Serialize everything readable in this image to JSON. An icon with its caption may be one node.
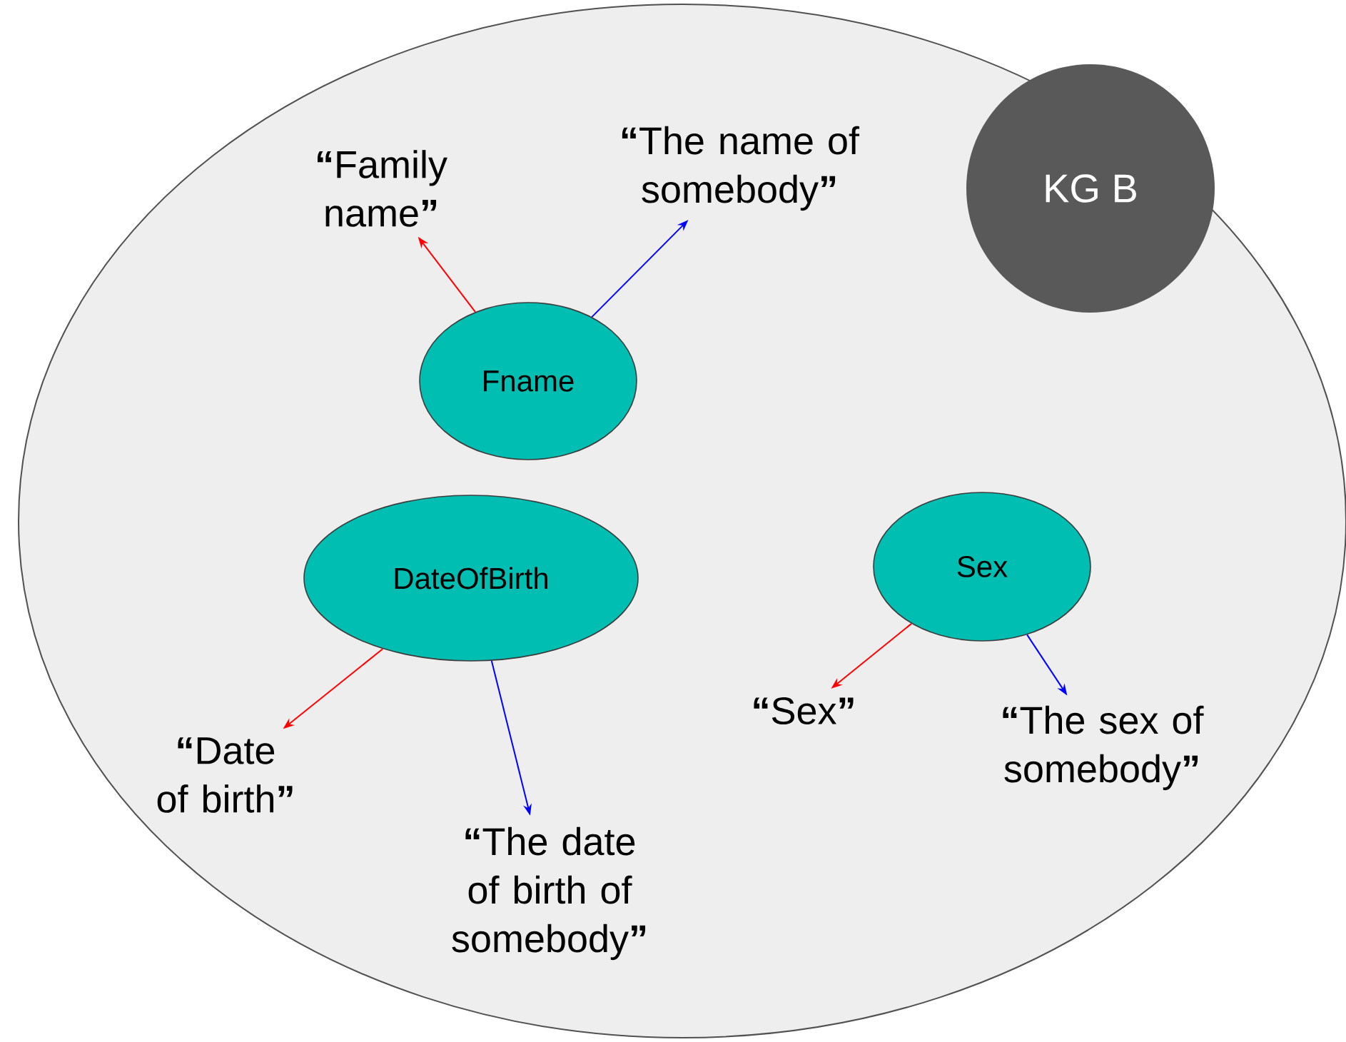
{
  "diagram": {
    "nodes": [
      {
        "text": [],
        "shape": "ellipse"
      },
      {
        "text": [
          "KG B"
        ],
        "in": 0
      },
      {
        "text": [
          "Fname"
        ],
        "in": 0
      },
      {
        "text": [
          "**“**Family name**”**"
        ],
        "in": 0
      },
      {
        "text": [
          "**“**The name of somebody**”**"
        ],
        "in": 0
      },
      {
        "text": [
          "DateOfBirth"
        ],
        "in": 0
      },
      {
        "text": [
          "**“**Date of birth**”**"
        ],
        "in": 0
      },
      {
        "text": [
          "**“**The date of birth of somebody**”**"
        ],
        "in": 0
      },
      {
        "text": [
          "Sex"
        ],
        "in": 0
      },
      {
        "text": [
          "**“**Sex**”**"
        ],
        "in": 0
      },
      {
        "text": [
          "**“**The sex of somebody**”**"
        ],
        "in": 0
      }
    ],
    "edges": [
      {
        "from": 2,
        "to": 3,
        "arrow": "to",
        "color": "#ff0000"
      },
      {
        "from": 2,
        "to": 4,
        "arrow": "to",
        "color": "#0000ff"
      },
      {
        "from": 5,
        "to": 6,
        "arrow": "to",
        "color": "#ff0000"
      },
      {
        "from": 5,
        "to": 7,
        "arrow": "to",
        "color": "#0000ff"
      },
      {
        "from": 8,
        "to": 9,
        "arrow": "to",
        "color": "#ff0000"
      },
      {
        "from": 8,
        "to": 10,
        "arrow": "to",
        "color": "#0000ff"
      }
    ]
  }
}
